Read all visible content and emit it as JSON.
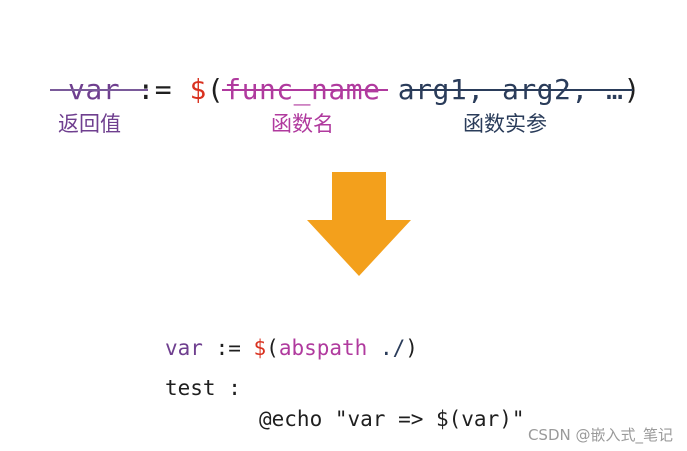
{
  "colors": {
    "var": "#6f3f8f",
    "dollar": "#d9311f",
    "func": "#b03a9e",
    "args": "#2a3c5a",
    "plain": "#1f1f1f",
    "arrow": "#f3a01c",
    "line_var": "#7a5a9a",
    "line_func": "#b03a9e",
    "line_args": "#2a3c5a"
  },
  "signature": {
    "var": "var",
    "assign": " := ",
    "dollar": "$",
    "open_paren": "(",
    "func": "func_name",
    "args": " arg1, arg2, …",
    "close_paren": ")"
  },
  "labels": {
    "return_value": "返回值",
    "function_name": "函数名",
    "function_args": "函数实参"
  },
  "arrow_icon": "down-arrow-icon",
  "example": {
    "line1_var": "var",
    "line1_assign": " := ",
    "line1_dollar": "$",
    "line1_open": "(",
    "line1_func": "abspath",
    "line1_args": " ./",
    "line1_close": ")",
    "line2": "test :",
    "line3": "@echo \"var => $(var)\""
  },
  "watermark": "CSDN @嵌入式_笔记"
}
